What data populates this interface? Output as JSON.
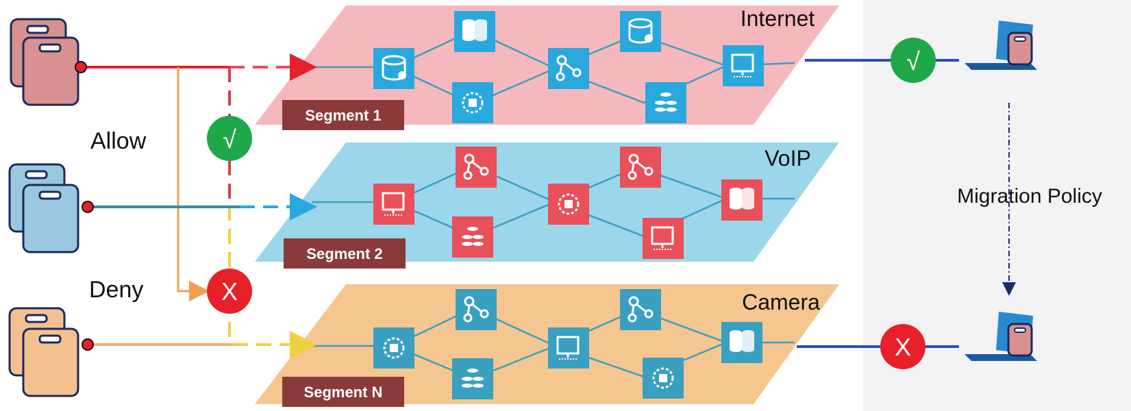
{
  "labels": {
    "allow": "Allow",
    "deny": "Deny",
    "migration_policy": "Migration Policy"
  },
  "planes": [
    {
      "name": "Internet",
      "segment": "Segment 1",
      "color": "#f5b8bd"
    },
    {
      "name": "VoIP",
      "segment": "Segment 2",
      "color": "#9cd6ea"
    },
    {
      "name": "Camera",
      "segment": "Segment N",
      "color": "#f5c690"
    }
  ],
  "marks": {
    "check": "√",
    "cross": "X"
  },
  "colors": {
    "segment_badge": "#8b3a3a",
    "allow": "#1ea84a",
    "deny": "#e8202a",
    "link_blue": "#2a4db8",
    "node_blue": "#29a8de",
    "node_red": "#e8505a",
    "node_teal": "#3aa0c0",
    "line_red": "#e8202a",
    "line_orange": "#f0a050",
    "line_teal": "#3a8aa0",
    "line_yellow": "#f0d040"
  },
  "icons": [
    "device-icon",
    "laptop-icon",
    "database-icon",
    "router-icon",
    "server-icon",
    "storage-icon",
    "disk-icon"
  ]
}
